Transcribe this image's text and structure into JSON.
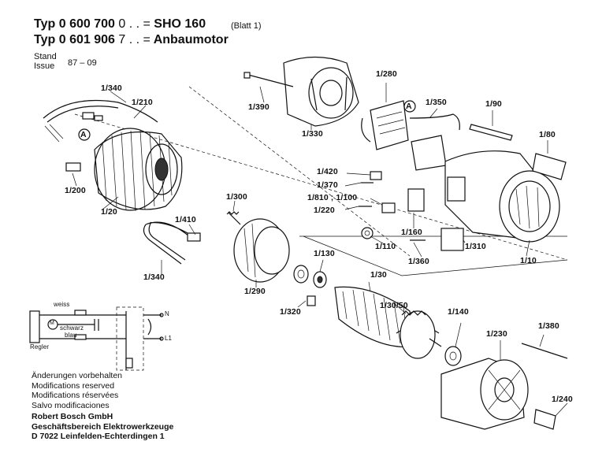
{
  "header": {
    "line1": {
      "prefix": "Typ",
      "number": "0 600 700",
      "suffix": "0 . . =",
      "model": "SHO 160",
      "sheet": "(Blatt 1)"
    },
    "line2": {
      "prefix": "Typ",
      "number": "0 601 906",
      "suffix": "7 . . =",
      "model": "Anbaumotor"
    },
    "stand_label": "Stand",
    "issue_label": "Issue",
    "stand_value": "87 – 09"
  },
  "parts": {
    "p1_340a": "1/340",
    "p1_210": "1/210",
    "p1_200": "1/200",
    "p1_20": "1/20",
    "p1_410": "1/410",
    "p1_340b": "1/340",
    "p1_300": "1/300",
    "p1_290": "1/290",
    "p1_390": "1/390",
    "p1_330": "1/330",
    "p1_280": "1/280",
    "p1_350": "1/350",
    "p1_90": "1/90",
    "p1_80": "1/80",
    "p1_420": "1/420",
    "p1_370": "1/370",
    "p1_810": "1/810 ; 1/100",
    "p1_220": "1/220",
    "p1_160": "1/160",
    "p1_110": "1/110",
    "p1_360": "1/360",
    "p1_310": "1/310",
    "p1_10": "1/10",
    "p1_130": "1/130",
    "p1_30": "1/30",
    "p1_3050": "1/30/50",
    "p1_320": "1/320",
    "p1_140": "1/140",
    "p1_230": "1/230",
    "p1_380": "1/380",
    "p1_240": "1/240",
    "marker_a": "A"
  },
  "schematic": {
    "weiss": "weiss",
    "schwarz": "schwarz",
    "blau": "blau",
    "regler": "Regler",
    "n": "N",
    "l1": "L1",
    "m": "M"
  },
  "notes": [
    "Änderungen vorbehalten",
    "Modifications reserved",
    "Modifications réservées",
    "Salvo modificaciones"
  ],
  "company": [
    "Robert Bosch GmbH",
    "Geschäftsbereich Elektrowerkzeuge",
    "D 7022 Leinfelden-Echterdingen 1"
  ]
}
